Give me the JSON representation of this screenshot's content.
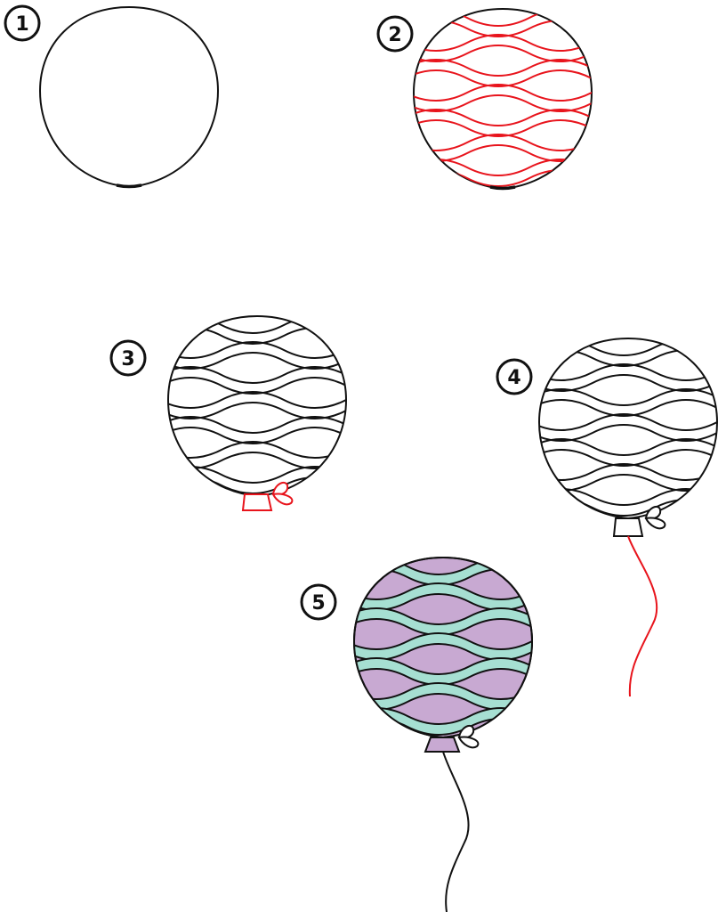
{
  "colors": {
    "background": "#ffffff",
    "outline": "#111111",
    "highlight": "#e8141c",
    "balloon_fill": "#c8a9d2",
    "stripe_fill": "#a6dfd2",
    "knot_fill": "#ffffff"
  },
  "steps": [
    {
      "number": "1",
      "shows": "circle-outline"
    },
    {
      "number": "2",
      "shows": "wavy-lines-added"
    },
    {
      "number": "3",
      "shows": "knot-added"
    },
    {
      "number": "4",
      "shows": "string-added"
    },
    {
      "number": "5",
      "shows": "colored-balloon"
    }
  ]
}
